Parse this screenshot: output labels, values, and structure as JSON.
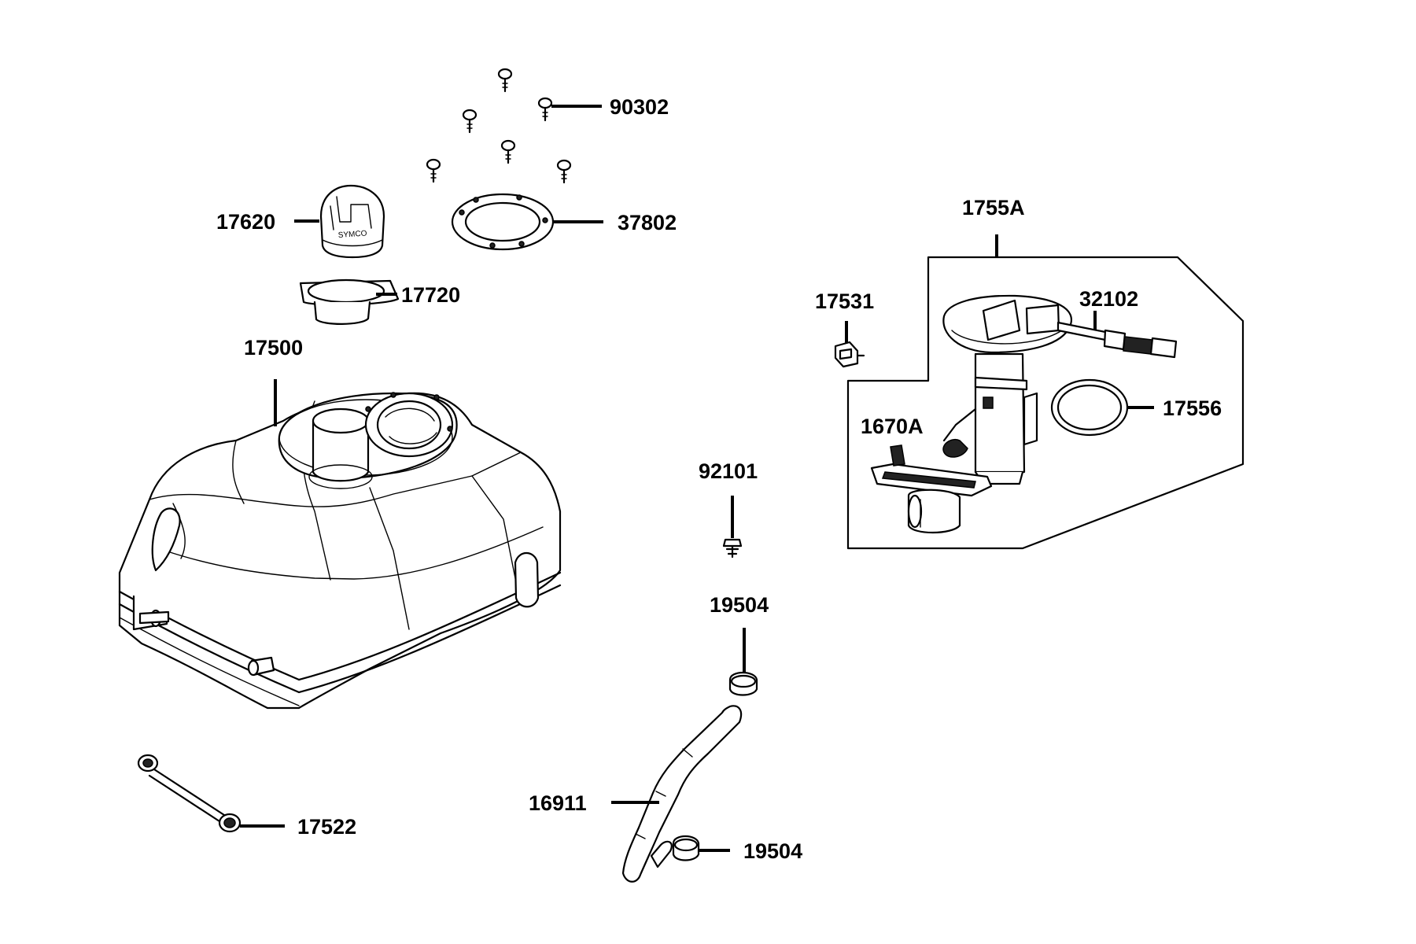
{
  "diagram": {
    "labels": {
      "p90302": "90302",
      "p37802": "37802",
      "p17620": "17620",
      "p17720": "17720",
      "p17500": "17500",
      "p1755A": "1755A",
      "p17531": "17531",
      "p32102": "32102",
      "p17556": "17556",
      "p1670A": "1670A",
      "p92101": "92101",
      "p19504_top": "19504",
      "p16911": "16911",
      "p19504_bottom": "19504",
      "p17522": "17522"
    },
    "cap_marking": "SYMCO"
  }
}
